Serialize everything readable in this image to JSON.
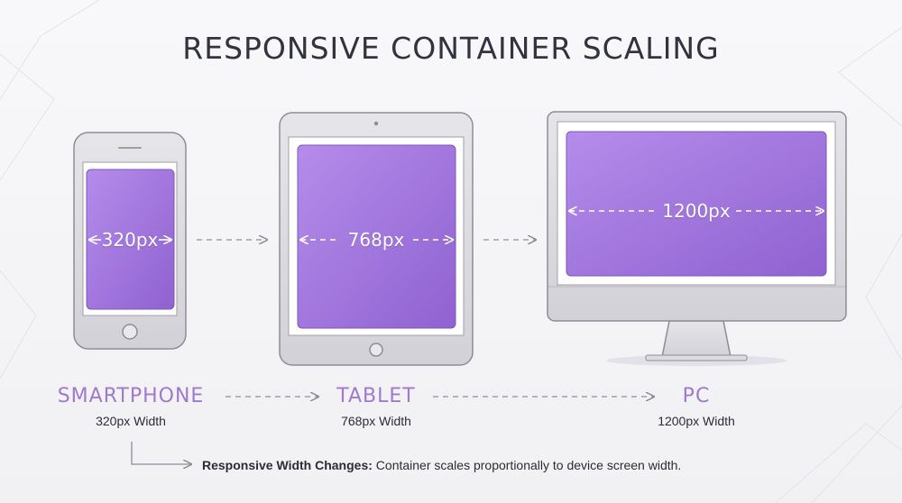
{
  "title": "RESPONSIVE CONTAINER SCALING",
  "devices": [
    {
      "name": "SMARTPHONE",
      "width_label": "320px Width",
      "measure": "320px",
      "icon": "smartphone-icon"
    },
    {
      "name": "TABLET",
      "width_label": "768px Width",
      "measure": "768px",
      "icon": "tablet-icon"
    },
    {
      "name": "PC",
      "width_label": "1200px Width",
      "measure": "1200px",
      "icon": "desktop-monitor-icon"
    }
  ],
  "note": {
    "label": "Responsive Width Changes:",
    "text": " Container scales proportionally to device screen width."
  },
  "colors": {
    "accent": "#9a6fd6",
    "accent_light": "#b38be9",
    "label": "#a079cf",
    "device_frame": "#d7d6dc",
    "device_outline": "#8e8d96",
    "title": "#33333f"
  }
}
